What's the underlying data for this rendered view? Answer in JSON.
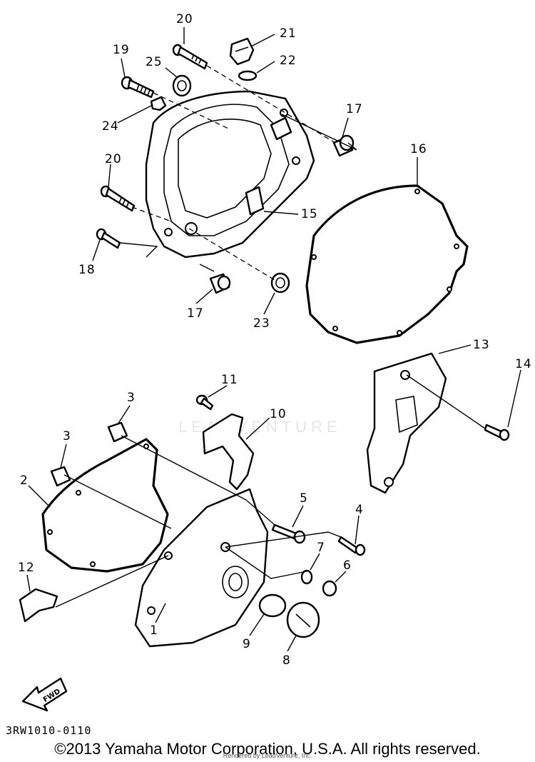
{
  "diagram": {
    "callouts": {
      "c1": "1",
      "c2": "2",
      "c3a": "3",
      "c3b": "3",
      "c4": "4",
      "c5": "5",
      "c6": "6",
      "c7": "7",
      "c8": "8",
      "c9": "9",
      "c10": "10",
      "c11": "11",
      "c12": "12",
      "c13": "13",
      "c14": "14",
      "c15": "15",
      "c16": "16",
      "c17a": "17",
      "c17b": "17",
      "c18": "18",
      "c19": "19",
      "c20a": "20",
      "c20b": "20",
      "c21": "21",
      "c22": "22",
      "c23": "23",
      "c24": "24",
      "c25": "25"
    },
    "fwd_label": "FWD",
    "drawing_code": "3RW1010-0110"
  },
  "footer": {
    "copyright": "©2013 Yamaha Motor Corporation, U.S.A. All rights reserved.",
    "rendered_by": "Rendered by LeadVenture, Inc."
  },
  "watermark": {
    "text": "LEADVENTURE"
  },
  "colors": {
    "ink": "#000000",
    "paper": "#ffffff",
    "watermark": "#e6e6e6"
  }
}
